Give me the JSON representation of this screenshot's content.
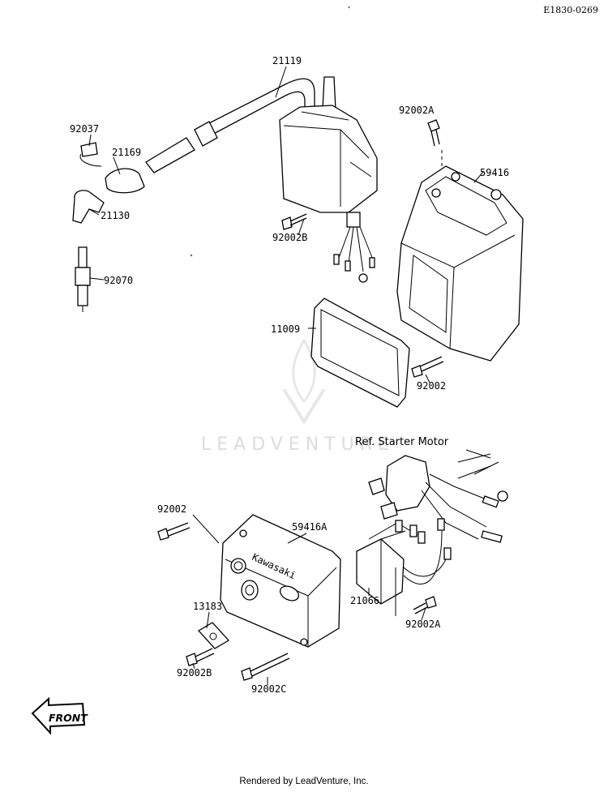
{
  "diagram_code": "E1830-0269",
  "watermark": "LEADVENTURE",
  "footer": "Rendered by LeadVenture, Inc.",
  "front_arrow_label": "FRONT",
  "parts": {
    "p21119": "21119",
    "p92002A_top": "92002A",
    "p92037": "92037",
    "p21169": "21169",
    "p59416": "59416",
    "p21130": "21130",
    "p92002B_top": "92002B",
    "p92070": "92070",
    "p11009": "11009",
    "p92002_right": "92002",
    "ref_starter_motor": "Ref. Starter Motor",
    "p92002_left": "92002",
    "p59416A": "59416A",
    "p13183": "13183",
    "p21066": "21066",
    "p92002A_bottom": "92002A",
    "p92002B_bottom": "92002B",
    "p92002C": "92002C"
  }
}
